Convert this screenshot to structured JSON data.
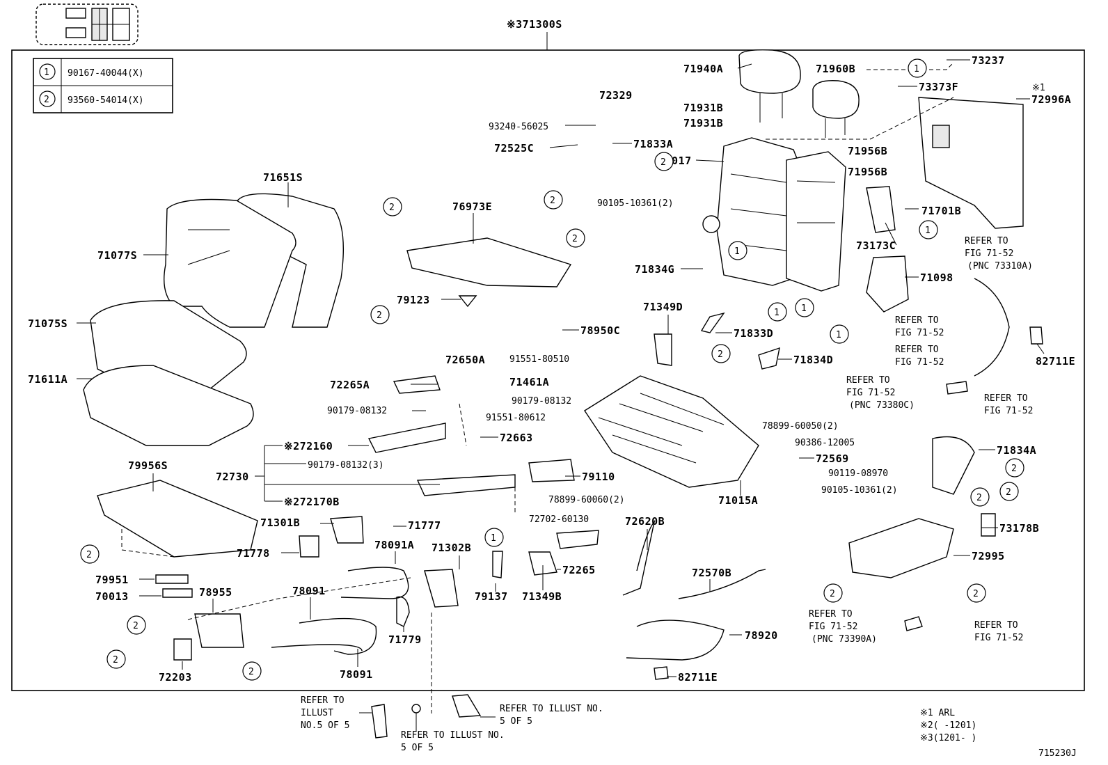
{
  "assembly_label": "※371300S",
  "legend": [
    {
      "num": "1",
      "part": "90167-40044(X)"
    },
    {
      "num": "2",
      "part": "93560-54014(X)"
    }
  ],
  "notes": [
    "※1 ARL",
    "※2(    -1201)",
    "※3(1201-    )"
  ],
  "figure_id": "715230J",
  "labels": {
    "p71940A": "71940A",
    "p71960B": "71960B",
    "p73237": "73237",
    "p73373F": "73373F",
    "p72996A_note": "※1",
    "p72996A": "72996A",
    "p72329": "72329",
    "p93240": "93240-56025",
    "p71931B_1": "71931B",
    "p71931B_2": "71931B",
    "p72525C": "72525C",
    "p71833A": "71833A",
    "p71017": "71017",
    "p71956B_1": "71956B",
    "p71956B_2": "71956B",
    "p71701B": "71701B",
    "p71651S": "71651S",
    "p90105a": "90105-10361(2)",
    "p76973E": "76973E",
    "p71077S": "71077S",
    "p73173C": "73173C",
    "p71098": "71098",
    "p71834G": "71834G",
    "p79123": "79123",
    "p71075S": "71075S",
    "p71349D": "71349D",
    "p71833D": "71833D",
    "p71834D": "71834D",
    "p78950C": "78950C",
    "p72650A": "72650A",
    "p91551a": "91551-80510",
    "p71611A": "71611A",
    "p72265A": "72265A",
    "p71461A": "71461A",
    "p90179a": "90179-08132",
    "p90179b": "90179-08132",
    "p91551b": "91551-80612",
    "p78899a": "78899-60050(2)",
    "p90386": "90386-12005",
    "p72160": "※272160",
    "p72663": "72663",
    "p72569": "72569",
    "p90119": "90119-08970",
    "p72730": "72730",
    "p90179c": "90179-08132(3)",
    "p79110": "79110",
    "p90105b": "90105-10361(2)",
    "p71015A": "71015A",
    "p72170B": "※272170B",
    "p78899b": "78899-60060(2)",
    "p79956S": "79956S",
    "p71834A": "71834A",
    "p72702": "72702-60130",
    "p72620B": "72620B",
    "p71301B": "71301B",
    "p71777": "71777",
    "p73178B": "73178B",
    "p71778": "71778",
    "p78091A": "78091A",
    "p71302B": "71302B",
    "p72995": "72995",
    "p72570B": "72570B",
    "p79951": "79951",
    "p72265": "72265",
    "p70013": "70013",
    "p78955": "78955",
    "p78091a2": "78091",
    "p79137": "79137",
    "p71349B": "71349B",
    "p71779": "71779",
    "p78920": "78920",
    "p72203": "72203",
    "p78091b": "78091",
    "p82711E_1": "82711E",
    "p82711E_2": "82711E"
  },
  "refer": {
    "r1": [
      "REFER TO",
      "FIG 71-52",
      "(PNC 73310A)"
    ],
    "r2": [
      "REFER TO",
      "FIG 71-52"
    ],
    "r3": [
      "REFER TO",
      "FIG 71-52"
    ],
    "r4": [
      "REFER TO",
      "FIG 71-52",
      "(PNC 73380C)"
    ],
    "r5": [
      "REFER TO",
      "FIG 71-52"
    ],
    "r6": [
      "REFER TO",
      "FIG 71-52",
      "(PNC 73390A)"
    ],
    "r7": [
      "REFER TO",
      "FIG 71-52"
    ],
    "r8": [
      "REFER TO",
      "ILLUST",
      "NO.5 OF 5"
    ],
    "r9": [
      "REFER TO ILLUST NO.",
      "5 OF 5"
    ],
    "r10": [
      "REFER TO ILLUST NO.",
      "5 OF 5"
    ]
  },
  "callouts": {
    "one": "1",
    "two": "2"
  }
}
